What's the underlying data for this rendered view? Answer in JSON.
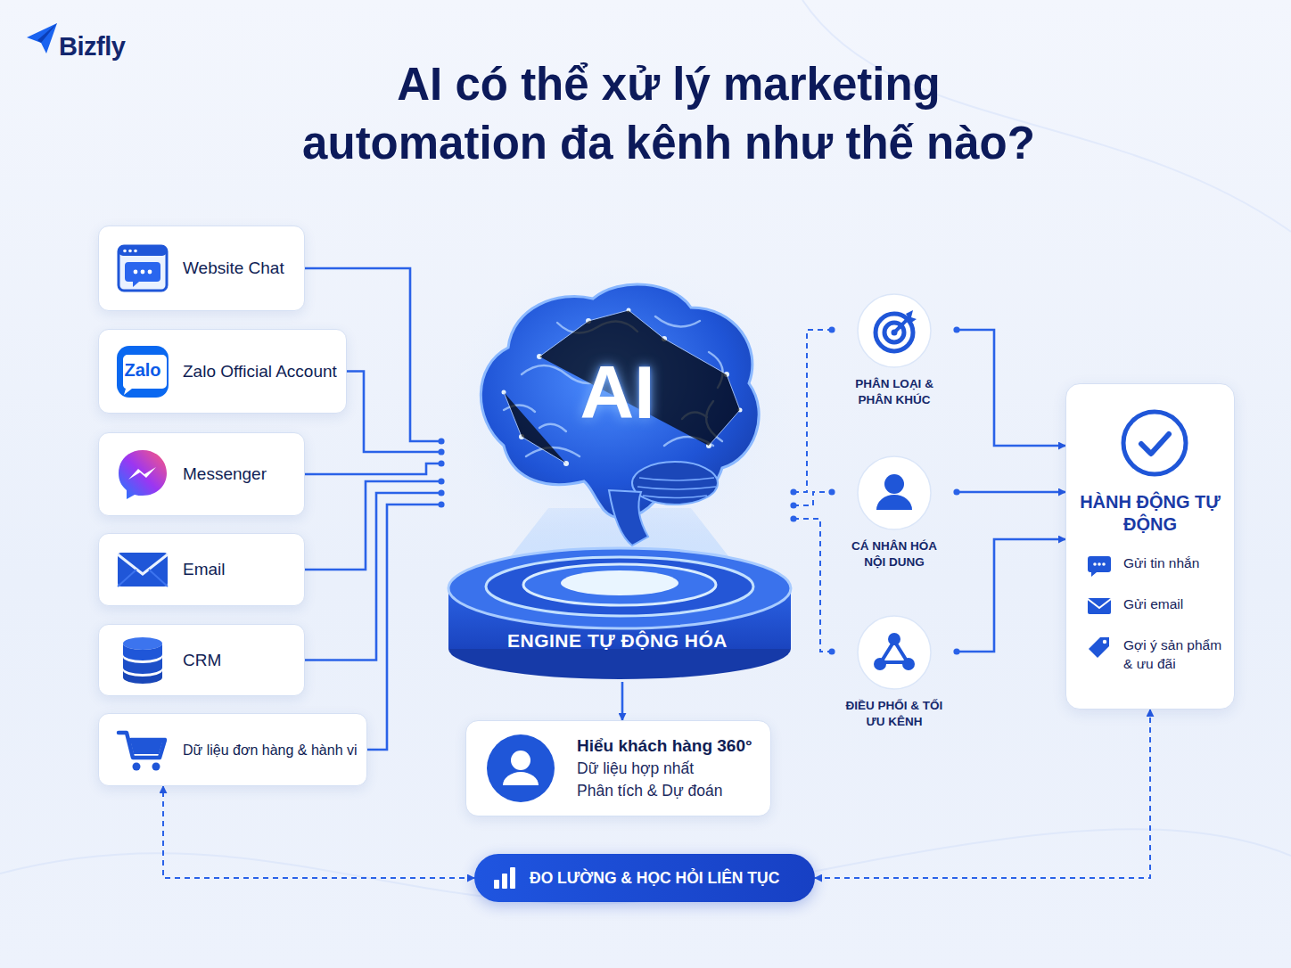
{
  "diagram": {
    "title": "AI có thể xử lý marketing automation đa kênh như thế nào?",
    "nodes": [
      {
        "text": [
          "Website Chat"
        ]
      },
      {
        "text": [
          "Zalo",
          "Zalo Official Account"
        ]
      },
      {
        "text": [
          "Messenger"
        ]
      },
      {
        "text": [
          "Email"
        ]
      },
      {
        "text": [
          "CRM"
        ]
      },
      {
        "text": [
          "Dữ liệu đơn hàng & hành vi"
        ]
      },
      {
        "text": [
          "AI",
          "ENGINE TỰ ĐỘNG HÓA"
        ]
      },
      {
        "text": [
          "PHÂN LOẠI & PHÂN KHÚC"
        ]
      },
      {
        "text": [
          "CÁ NHÂN HÓA NỘI DUNG"
        ]
      },
      {
        "text": [
          "ĐIỀU PHỐI & TỐI ƯU KÊNH"
        ]
      },
      {
        "text": [
          "HÀNH ĐỘNG TỰ ĐỘNG",
          "Gửi tin nhắn",
          "Gửi email",
          "Gợi ý sản phẩm & ưu đãi"
        ]
      },
      {
        "text": [
          "Hiểu khách hàng 360°",
          "Dữ liệu hợp nhất",
          "Phân tích & Dự đoán"
        ]
      },
      {
        "text": [
          "ĐO LƯỜNG & HỌC HỎI LIÊN TỤC"
        ]
      }
    ],
    "edges": [
      {
        "from": 0,
        "to": 6,
        "arrow": "none"
      },
      {
        "from": 1,
        "to": 6,
        "arrow": "none"
      },
      {
        "from": 2,
        "to": 6,
        "arrow": "none"
      },
      {
        "from": 3,
        "to": 6,
        "arrow": "none"
      },
      {
        "from": 4,
        "to": 6,
        "arrow": "none"
      },
      {
        "from": 5,
        "to": 6,
        "arrow": "none"
      },
      {
        "from": 6,
        "to": 7,
        "arrow": "none"
      },
      {
        "from": 6,
        "to": 8,
        "arrow": "none"
      },
      {
        "from": 6,
        "to": 9,
        "arrow": "none"
      },
      {
        "from": 7,
        "to": 10,
        "arrow": "to"
      },
      {
        "from": 8,
        "to": 10,
        "arrow": "to"
      },
      {
        "from": 9,
        "to": 10,
        "arrow": "to"
      },
      {
        "from": 6,
        "to": 11,
        "arrow": "to"
      },
      {
        "from": 12,
        "to": 5,
        "arrow": "both"
      },
      {
        "from": 12,
        "to": 10,
        "arrow": "both"
      }
    ],
    "labels": [
      "Bizfly"
    ]
  }
}
